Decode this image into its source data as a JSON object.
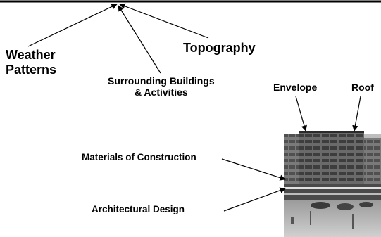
{
  "labels": {
    "weather_line1": "Weather",
    "weather_line2": "Patterns",
    "topography": "Topography",
    "surrounding_line1": "Surrounding Buildings",
    "surrounding_line2": "& Activities",
    "envelope": "Envelope",
    "roof": "Roof",
    "materials": "Materials of Construction",
    "architectural": "Architectural Design"
  },
  "photo": {
    "subject": "grayscale photograph of a multi-storey office building with plaza"
  }
}
